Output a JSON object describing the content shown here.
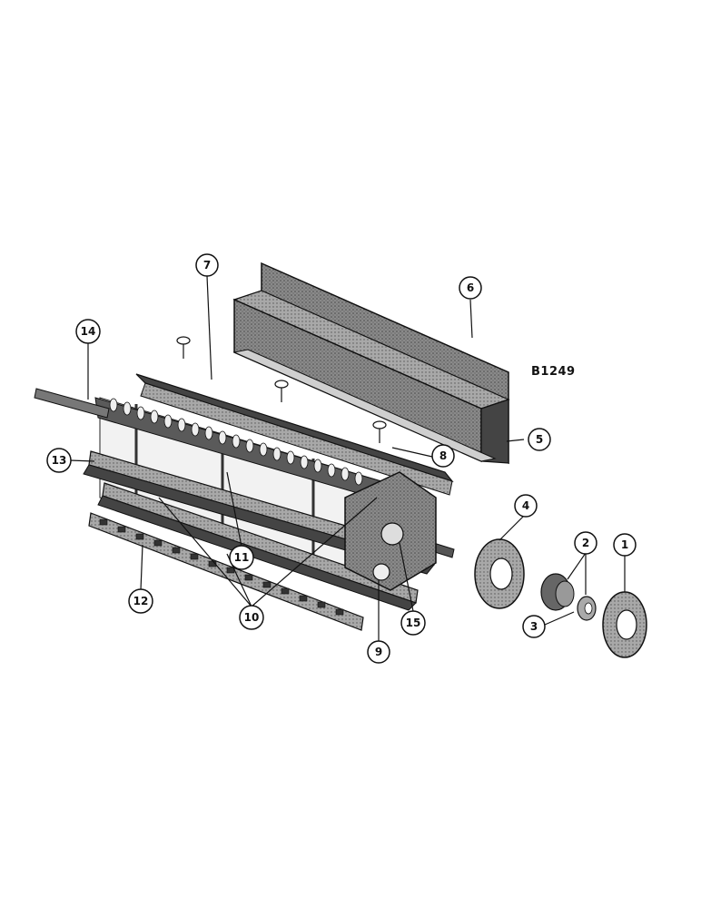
{
  "figure_code": "B1249",
  "callouts": {
    "c1": "1",
    "c2": "2",
    "c3": "3",
    "c4": "4",
    "c5": "5",
    "c6": "6",
    "c7": "7",
    "c8": "8",
    "c9": "9",
    "c10": "10",
    "c11": "11",
    "c12": "12",
    "c13": "13",
    "c14": "14",
    "c15": "15"
  },
  "colors": {
    "ink": "#1a1a1a",
    "shade": "#6b6b6b",
    "dark": "#3a3a3a"
  }
}
